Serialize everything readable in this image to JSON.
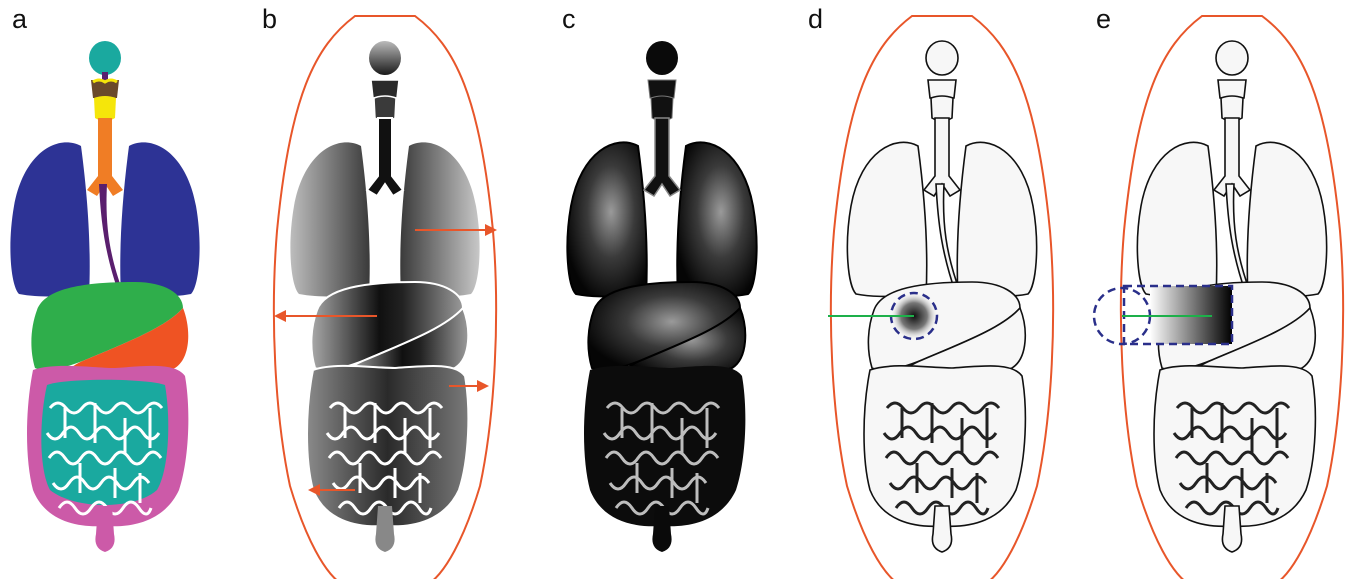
{
  "panels": [
    {
      "label": "a",
      "style": "color"
    },
    {
      "label": "b",
      "style": "distance"
    },
    {
      "label": "c",
      "style": "dark"
    },
    {
      "label": "d",
      "style": "outline-spot"
    },
    {
      "label": "e",
      "style": "outline-bar"
    }
  ],
  "colors": {
    "head": "#1aa99f",
    "larynx": "#6b4a2a",
    "thyroid": "#f5e60a",
    "trachea": "#f07d25",
    "lungs": "#2d3395",
    "esophagus": "#5a1f6e",
    "liver": "#2fae4b",
    "stomach": "#ef5323",
    "colon": "#cc5aa8",
    "small_intestine": "#1aa99f",
    "rectum": "#cc5aa8",
    "hull": "#e8562a",
    "arrow": "#e8562a",
    "ray": "#1db04a",
    "dashed": "#2a2f8a"
  }
}
